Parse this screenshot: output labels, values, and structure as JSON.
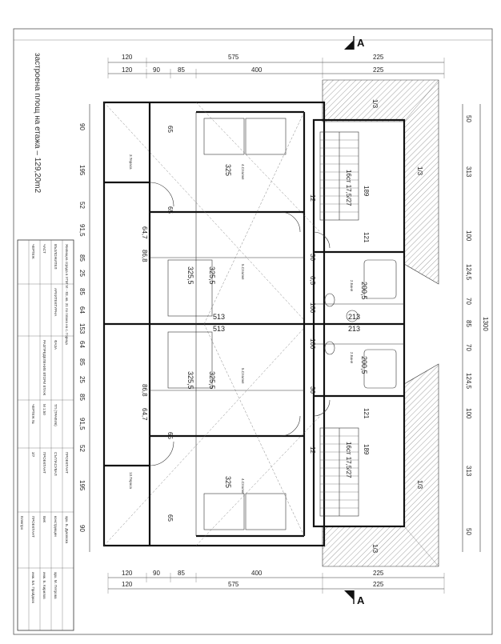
{
  "page": {
    "background": "#ffffff",
    "line_color": "#111111"
  },
  "title_vertical": "застроена площ на етажа – 129,20m2",
  "section_label": "A",
  "top_dims": {
    "row1": [
      "120",
      "575",
      "225"
    ],
    "row2": [
      "120",
      "90",
      "85",
      "400",
      "225"
    ]
  },
  "bottom_dims": {
    "row1": [
      "120",
      "90",
      "85",
      "400",
      "225"
    ],
    "row2": [
      "120",
      "575",
      "225"
    ]
  },
  "left_dims": [
    "90",
    "195",
    "52",
    "91,5",
    "85",
    "25",
    "85",
    "64",
    "153",
    "64",
    "85",
    "25",
    "85",
    "91,5",
    "52",
    "195",
    "90"
  ],
  "right_dims": {
    "inner": [
      "50",
      "313",
      "100",
      "124,5",
      "70",
      "85",
      "70",
      "124,5",
      "100",
      "313",
      "50"
    ],
    "total": "1300"
  },
  "interior_dims": [
    "325",
    "325,5",
    "513",
    "213",
    "200,5",
    "189",
    "16ст 17,5/27",
    "1/3",
    "65",
    "86,8",
    "64,7",
    "121",
    "36",
    "12",
    "100",
    "6,5"
  ],
  "rooms": [
    {
      "name": "4.Спалня"
    },
    {
      "name": "5.Спалня"
    },
    {
      "name": "2.Баня"
    },
    {
      "name": "3.Тераса"
    },
    {
      "name": "4.Спалня"
    },
    {
      "name": "5.Спалня"
    },
    {
      "name": "2.Баня"
    },
    {
      "name": "13.Тераса"
    }
  ],
  "title_block": {
    "project": "Жилищна сграда в УПИ VI - 83, кв. 31 по плана на с. Горица",
    "sheet_title": "РАЗПРЕДЕЛЕНИЕ ВТОРИ ЕТАЖ",
    "part": "АРХИТЕКТУРНА",
    "phase": "ТП (ТРАФИК)",
    "scale": "М 1:50",
    "sheet_no": "3/7",
    "labels": [
      "ВЪЗЛОЖИТЕЛ",
      "ЧАСТ",
      "ЧЕРТЕЖ",
      "ФАЗА",
      "ЧЕРТЕЖ №",
      "ПРОЕКТАНТ",
      "СЪГЛАСУВАЛ",
      "ПРОЕКТАНТ",
      "ПРОЕКТАНТ"
    ],
    "names": [
      "арх. Б. Дуковска",
      "арх. М. Петрова",
      "инж. Б. Кирилов",
      "инж. Бл. Прайдков"
    ],
    "roles": [
      "конструкции",
      "ВиК",
      "Електро"
    ]
  }
}
